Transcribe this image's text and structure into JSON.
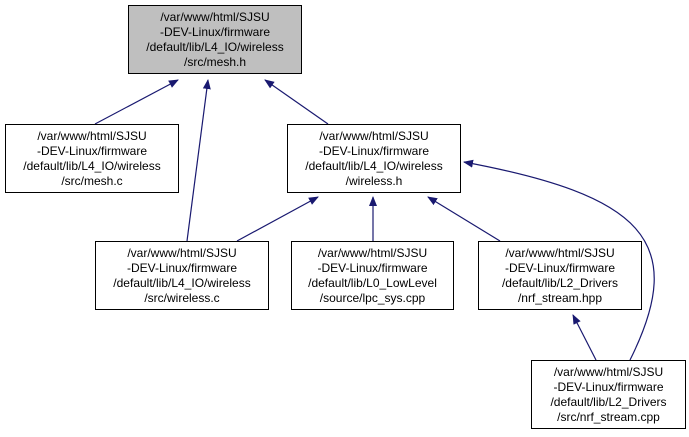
{
  "diagram": {
    "colors": {
      "edge": "#191970",
      "root_fill": "#bfbfbf",
      "node_fill": "#ffffff",
      "border": "#000000"
    },
    "nodes": {
      "root": {
        "lines": [
          "/var/www/html/SJSU",
          "-DEV-Linux/firmware",
          "/default/lib/L4_IO/wireless",
          "/src/mesh.h"
        ]
      },
      "meshc": {
        "lines": [
          "/var/www/html/SJSU",
          "-DEV-Linux/firmware",
          "/default/lib/L4_IO/wireless",
          "/src/mesh.c"
        ]
      },
      "wirelh": {
        "lines": [
          "/var/www/html/SJSU",
          "-DEV-Linux/firmware",
          "/default/lib/L4_IO/wireless",
          "/wireless.h"
        ]
      },
      "wirelc": {
        "lines": [
          "/var/www/html/SJSU",
          "-DEV-Linux/firmware",
          "/default/lib/L4_IO/wireless",
          "/src/wireless.c"
        ]
      },
      "lpc": {
        "lines": [
          "/var/www/html/SJSU",
          "-DEV-Linux/firmware",
          "/default/lib/L0_LowLevel",
          "/source/lpc_sys.cpp"
        ]
      },
      "nrfh": {
        "lines": [
          "/var/www/html/SJSU",
          "-DEV-Linux/firmware",
          "/default/lib/L2_Drivers",
          "/nrf_stream.hpp"
        ]
      },
      "nrfc": {
        "lines": [
          "/var/www/html/SJSU",
          "-DEV-Linux/firmware",
          "/default/lib/L2_Drivers",
          "/src/nrf_stream.cpp"
        ]
      }
    },
    "edges": [
      {
        "from": "meshc",
        "to": "root"
      },
      {
        "from": "wirelc",
        "to": "root"
      },
      {
        "from": "wirelh",
        "to": "root"
      },
      {
        "from": "wirelc",
        "to": "wirelh"
      },
      {
        "from": "lpc",
        "to": "wirelh"
      },
      {
        "from": "nrfh",
        "to": "wirelh"
      },
      {
        "from": "nrfc",
        "to": "wirelh"
      },
      {
        "from": "nrfc",
        "to": "nrfh"
      }
    ]
  }
}
